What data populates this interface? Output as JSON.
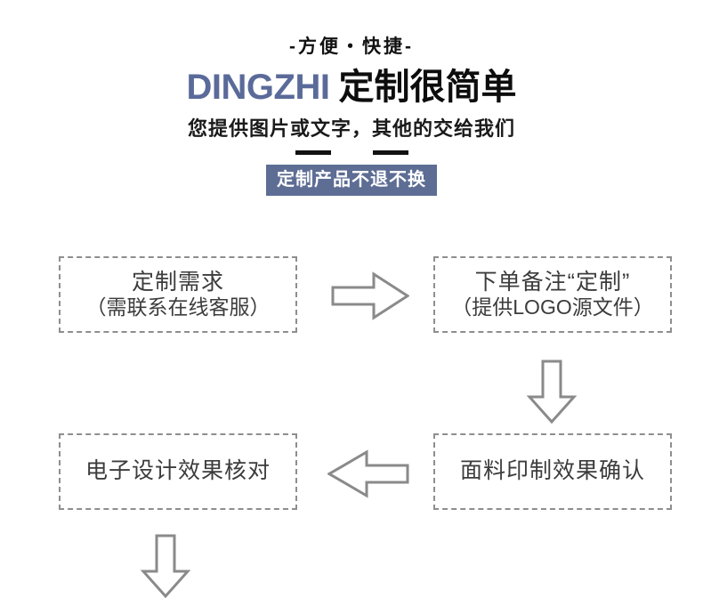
{
  "page": {
    "background_color": "#ffffff",
    "accent_color": "#5a6a99",
    "badge_background_color": "#5d6d94",
    "node_border_color": "#8e8e8e",
    "arrow_stroke_color": "#8a8a8a",
    "text_color": "#3c3c3c"
  },
  "header": {
    "eyebrow": "-方便・快捷-",
    "title_en": "DINGZHI",
    "title_cn": "定制很简单",
    "subtitle": "您提供图片或文字，其他的交给我们",
    "badge": "定制产品不退不换"
  },
  "flow": {
    "nodes": [
      {
        "id": "node-1",
        "line1": "定制需求",
        "line2": "（需联系在线客服）"
      },
      {
        "id": "node-2",
        "line1": "下单备注“定制”",
        "line2": "（提供LOGO源文件）"
      },
      {
        "id": "node-3",
        "line1": "电子设计效果核对",
        "line2": ""
      },
      {
        "id": "node-4",
        "line1": "面料印制效果确认",
        "line2": ""
      }
    ],
    "arrows": [
      {
        "id": "arrow-right",
        "icon": "arrow-right-icon",
        "direction": "right"
      },
      {
        "id": "arrow-down-right",
        "icon": "arrow-down-icon",
        "direction": "down"
      },
      {
        "id": "arrow-left",
        "icon": "arrow-left-icon",
        "direction": "left"
      },
      {
        "id": "arrow-down-left",
        "icon": "arrow-down-icon",
        "direction": "down"
      }
    ]
  }
}
